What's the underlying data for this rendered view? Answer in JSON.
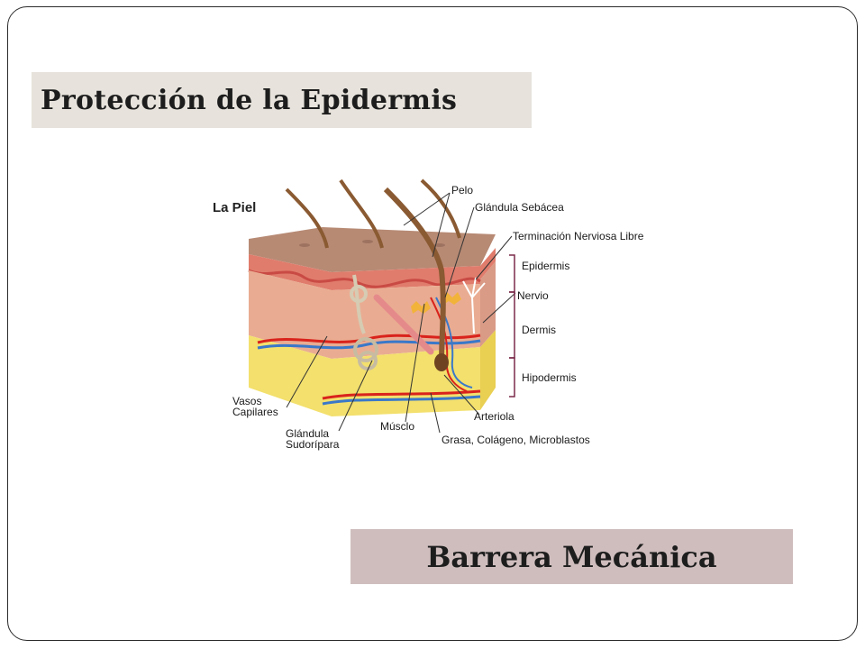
{
  "slide": {
    "title": "Protección de la Epidermis",
    "footer_box": "Barrera Mecánica"
  },
  "diagram": {
    "title": "La Piel",
    "labels": {
      "pelo": "Pelo",
      "glandula_sebacea": "Glándula Sebácea",
      "terminacion": "Terminación Nerviosa Libre",
      "epidermis": "Epidermis",
      "nervio": "Nervio",
      "dermis": "Dermis",
      "hipodermis": "Hipodermis",
      "vasos_1": "Vasos",
      "vasos_2": "Capilares",
      "glandula_sud_1": "Glándula",
      "glandula_sud_2": "Sudorípara",
      "musculo": "Músclo",
      "arteriola": "Arteriola",
      "grasa": "Grasa, Colágeno, Microblastos"
    },
    "colors": {
      "epidermis": "#e8a08a",
      "dermis": "#e3a48c",
      "hypodermis": "#f2df6a",
      "artery": "#d9231c",
      "vein": "#3a78c9",
      "hair": "#8a5a32",
      "bracket": "#7b2a4a"
    }
  }
}
